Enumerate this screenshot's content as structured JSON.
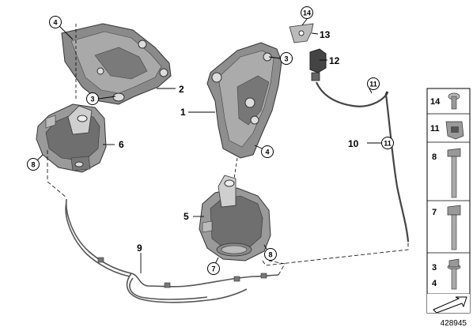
{
  "diagram": {
    "callouts_plain": [
      "1",
      "2",
      "5",
      "6",
      "9",
      "10",
      "12",
      "13"
    ],
    "callouts_circled": [
      "3",
      "3",
      "4",
      "4",
      "7",
      "8",
      "8",
      "11",
      "11",
      "14"
    ],
    "parts_panel": [
      {
        "label": "14"
      },
      {
        "label": "11"
      },
      {
        "label": "8"
      },
      {
        "label": "7"
      },
      {
        "label": "3"
      },
      {
        "label": "4"
      }
    ],
    "image_number": "428945"
  }
}
